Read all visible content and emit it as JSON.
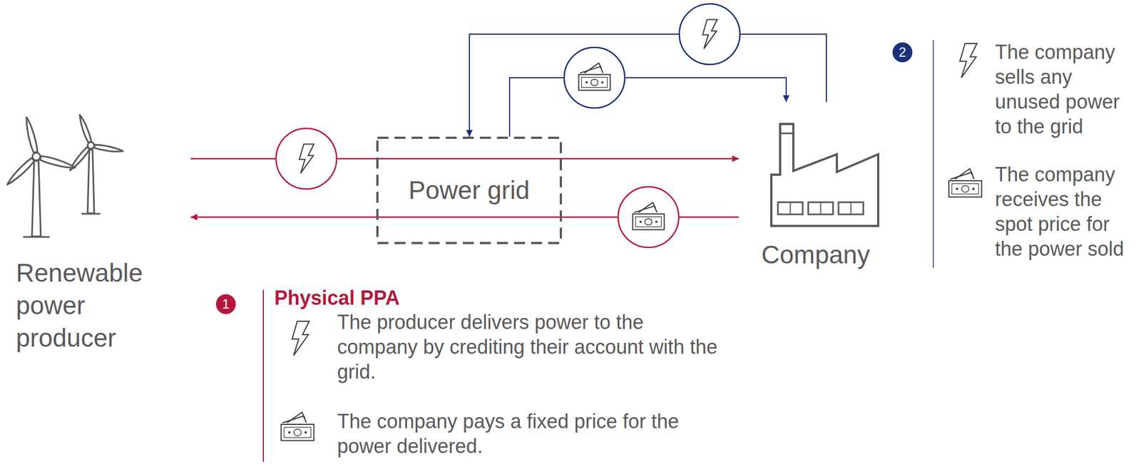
{
  "diagram": {
    "nodes": [
      {
        "text": [
          "Renewable power producer"
        ]
      },
      {
        "text": [
          "Power grid"
        ]
      },
      {
        "text": [
          "Company"
        ]
      }
    ],
    "edges": [
      {
        "from": 0,
        "to": 2,
        "arrow": "to"
      },
      {
        "from": 2,
        "to": 0,
        "arrow": "to"
      },
      {
        "from": 2,
        "to": 1,
        "arrow": "to"
      },
      {
        "from": 1,
        "to": 2,
        "arrow": "to"
      }
    ],
    "labels": [
      "1",
      "Physical PPA",
      "The producer delivers power to the company by crediting their account with the grid.",
      "The company pays a fixed price for the power delivered.",
      "2",
      "The company sells any unused power to the grid",
      "The company receives the spot price for the power sold"
    ]
  }
}
